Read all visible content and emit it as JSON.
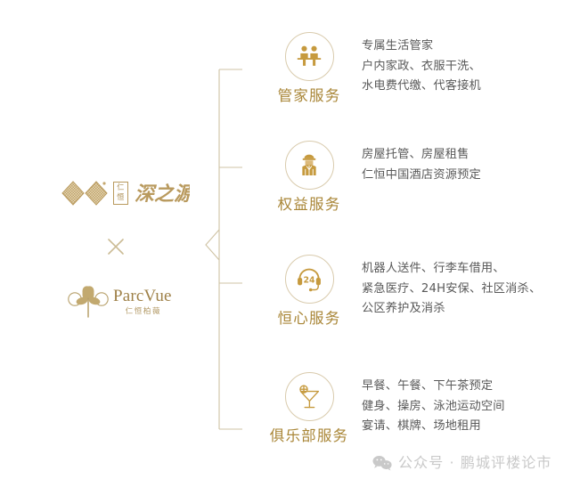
{
  "brand": {
    "primary_logo": {
      "icon_name": "renheng-diamond-mark",
      "box_chars": [
        "仁",
        "恒"
      ],
      "calligraphy": "深之源",
      "color": "#b99a5e"
    },
    "separator": "×",
    "secondary_logo": {
      "icon_name": "parcvue-clover-mark",
      "name": "ParcVue",
      "subtitle": "仁恒柏薇",
      "color": "#9e8047"
    }
  },
  "services": [
    {
      "icon_name": "two-people-counter-icon",
      "label": "管家服务",
      "lines": [
        "专属生活管家",
        "户内家政、衣服干洗、",
        "水电费代缴、代客接机"
      ]
    },
    {
      "icon_name": "concierge-person-icon",
      "label": "权益服务",
      "lines": [
        "房屋托管、房屋租售",
        "仁恒中国酒店资源预定"
      ]
    },
    {
      "icon_name": "headset-24h-icon",
      "label": "恒心服务",
      "badge_text": "24",
      "lines": [
        "机器人送件、行李车借用、",
        "紧急医疗、24H安保、社区消杀、",
        "公区养护及消杀"
      ]
    },
    {
      "icon_name": "cocktail-glass-icon",
      "label": "俱乐部服务",
      "lines": [
        "早餐、午餐、下午茶预定",
        "健身、操房、泳池运动空间",
        "宴请、棋牌、场地租用"
      ]
    }
  ],
  "watermark": {
    "icon_name": "wechat-icon",
    "text": "公众号 · 鹏城评楼论市",
    "color": "#c9c9c9"
  },
  "theme": {
    "gold": "#a98637",
    "gold_light": "#c9a961",
    "line": "#cfc3a4",
    "body_text": "#595959",
    "background": "#ffffff"
  }
}
